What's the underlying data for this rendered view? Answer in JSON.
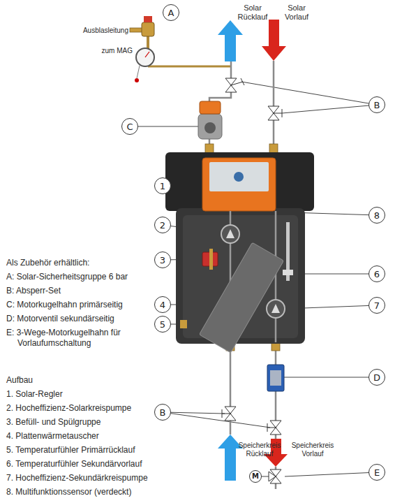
{
  "diagram": {
    "nodes": [
      {
        "text": [
          "A"
        ]
      },
      {
        "text": [
          "B"
        ]
      },
      {
        "text": [
          "C"
        ]
      },
      {
        "text": [
          "1"
        ]
      },
      {
        "text": [
          "8"
        ]
      },
      {
        "text": [
          "2"
        ]
      },
      {
        "text": [
          "3"
        ]
      },
      {
        "text": [
          "6"
        ]
      },
      {
        "text": [
          "4"
        ]
      },
      {
        "text": [
          "7"
        ]
      },
      {
        "text": [
          "5"
        ]
      },
      {
        "text": [
          "D"
        ]
      },
      {
        "text": [
          "B"
        ]
      },
      {
        "text": [
          "E"
        ]
      },
      {
        "text": [
          "M"
        ]
      }
    ],
    "labels": [
      "Ausblasleitung",
      "zum MAG",
      "Solar Rücklauf",
      "Solar Vorlauf",
      "Als Zubehör erhältlich:",
      "A: Solar-Sicherheitsgruppe 6 bar",
      "B: Absperr-Set",
      "C: Motorkugelhahn primärseitig",
      "D: Motorventil sekundärseitig",
      "E: 3-Wege-Motorkugelhahn für Vorlaufumschaltung",
      "Aufbau",
      "1. Solar-Regler",
      "2. Hocheffizienz-Solarkreispumpe",
      "3. Befüll- und Spülgruppe",
      "4. Plattenwärmetauscher",
      "5. Temperaturfühler Primärrücklauf",
      "6. Temperaturfühler Sekundärvorlauf",
      "7. Hocheffizienz-Sekundärkreispumpe",
      "8. Multifunktionssensor (verdeckt)",
      "Speicherkreis Rücklauf",
      "Speicherkreis Vorlauf"
    ]
  }
}
